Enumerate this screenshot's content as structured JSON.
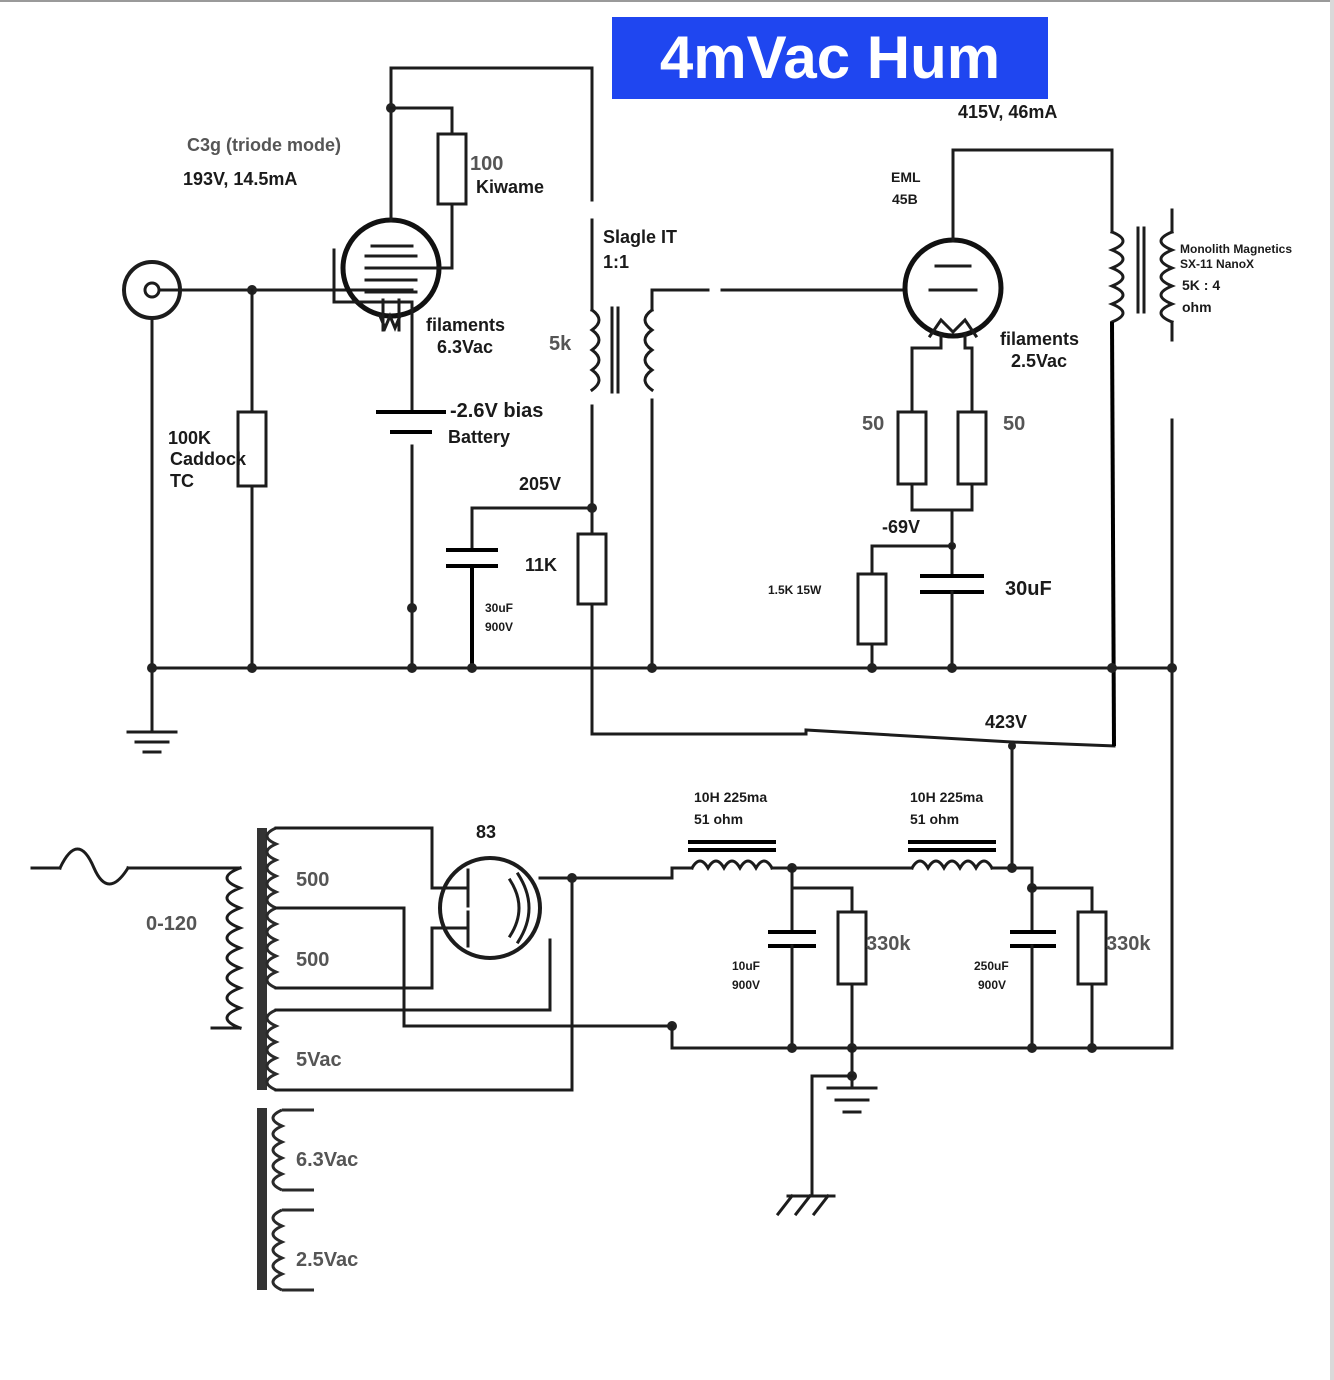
{
  "title": "4mVac Hum",
  "driver": {
    "tube": "C3g (triode mode)",
    "operating_point": "193V, 14.5mA",
    "plate_resistor_value": "100",
    "plate_resistor_brand": "Kiwame",
    "filaments_label": "filaments",
    "filaments_voltage": "6.3Vac",
    "grid_resistor_value": "100K",
    "grid_resistor_brand": "Caddock",
    "grid_resistor_type": "TC",
    "bias_label": "-2.6V bias",
    "bias_source": "Battery"
  },
  "interstage": {
    "name": "Slagle IT",
    "ratio": "1:1",
    "impedance": "5k"
  },
  "supply_driver": {
    "voltage": "205V",
    "dropping_resistor": "11K",
    "cap_value": "30uF",
    "cap_voltage": "900V"
  },
  "output": {
    "operating_point": "415V, 46mA",
    "tube_brand": "EML",
    "tube_model": "45B",
    "filaments_label": "filaments",
    "filaments_voltage": "2.5Vac",
    "hum_resistor_left": "50",
    "hum_resistor_right": "50",
    "cathode_voltage": "-69V",
    "cathode_resistor": "1.5K 15W",
    "cathode_cap": "30uF",
    "transformer_brand": "Monolith Magnetics",
    "transformer_model": "SX-11 NanoX",
    "transformer_ratio": "5K : 4",
    "transformer_unit": "ohm"
  },
  "power_supply": {
    "b_plus": "423V",
    "rectifier": "83",
    "choke1_spec": "10H 225ma",
    "choke1_dcr": "51 ohm",
    "choke2_spec": "10H 225ma",
    "choke2_dcr": "51 ohm",
    "cap1_value": "10uF",
    "cap1_voltage": "900V",
    "cap2_value": "250uF",
    "cap2_voltage": "900V",
    "bleeder1": "330k",
    "bleeder2": "330k",
    "primary": "0-120",
    "secondary_hv1": "500",
    "secondary_hv2": "500",
    "secondary_rect": "5Vac",
    "secondary_fil1": "6.3Vac",
    "secondary_fil2": "2.5Vac"
  }
}
